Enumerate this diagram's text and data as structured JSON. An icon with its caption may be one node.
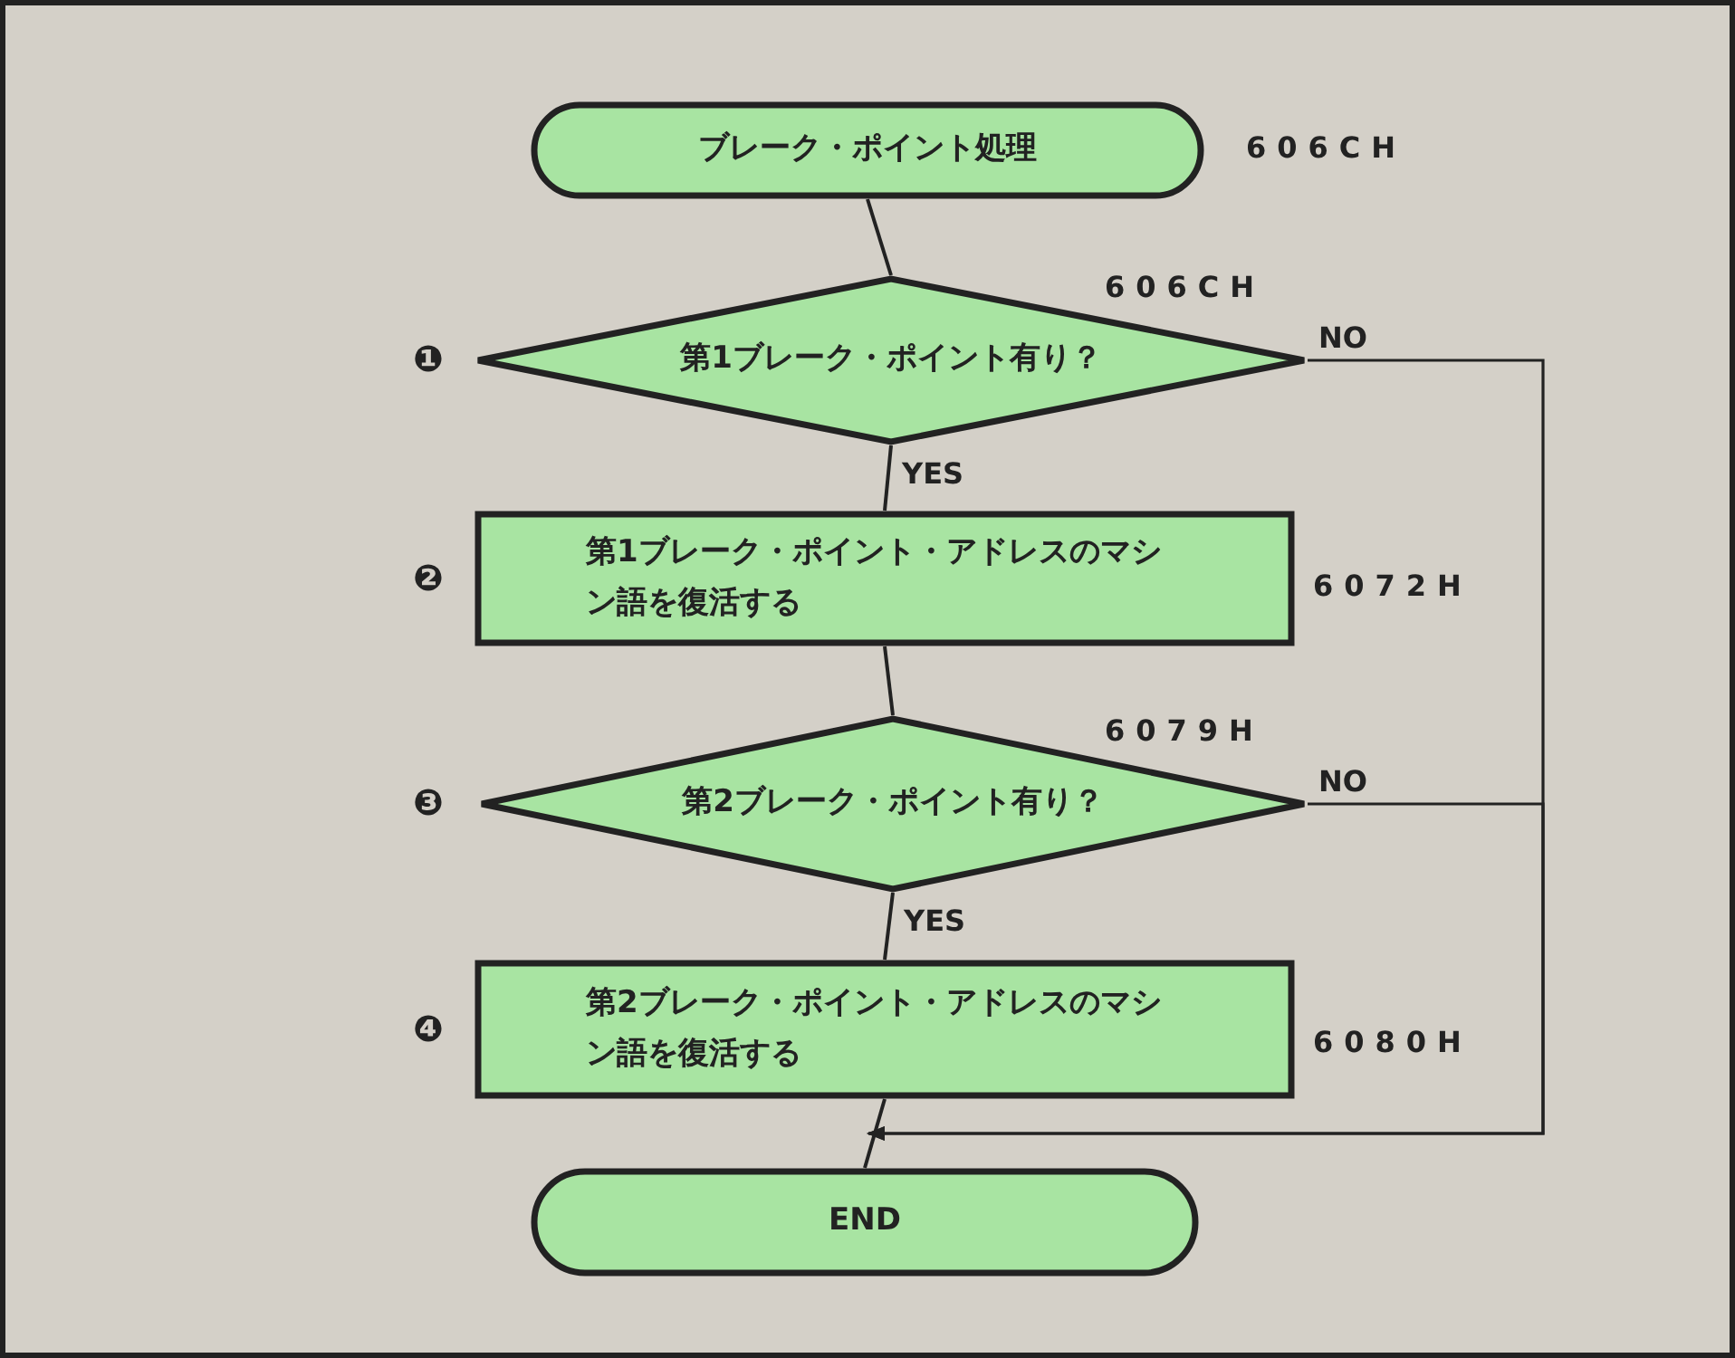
{
  "diagram": {
    "nodes": [
      {
        "text": [
          "ブレーク・ポイント処理"
        ],
        "beside": [
          "606CH"
        ]
      },
      {
        "text": [
          "第1ブレーク・ポイント有り？"
        ],
        "beside": [
          "606CH"
        ]
      },
      {
        "text": [
          "第1ブレーク・ポイント・アドレスのマシン語を復活する"
        ],
        "beside": [
          "6072H"
        ]
      },
      {
        "text": [
          "第2ブレーク・ポイント有り？"
        ],
        "beside": [
          "6079H"
        ]
      },
      {
        "text": [
          "第2ブレーク・ポイント・アドレスのマシン語を復活する"
        ],
        "beside": [
          "6080H"
        ]
      },
      {
        "text": [
          "END"
        ]
      }
    ],
    "edges": [
      {
        "from": 0,
        "to": 1,
        "arrow": "none"
      },
      {
        "from": 1,
        "to": 2,
        "arrow": "none",
        "label": "YES"
      },
      {
        "from": 2,
        "to": 3,
        "arrow": "none"
      },
      {
        "from": 3,
        "to": 4,
        "arrow": "none",
        "label": "YES"
      },
      {
        "from": 4,
        "to": 5,
        "arrow": "none"
      },
      {
        "from": 1,
        "to": 5,
        "arrow": "to",
        "label": "NO"
      },
      {
        "from": 3,
        "to": 5,
        "arrow": "to",
        "label": "NO"
      }
    ],
    "labels": [
      "❶",
      "❷",
      "❸",
      "❹"
    ]
  }
}
